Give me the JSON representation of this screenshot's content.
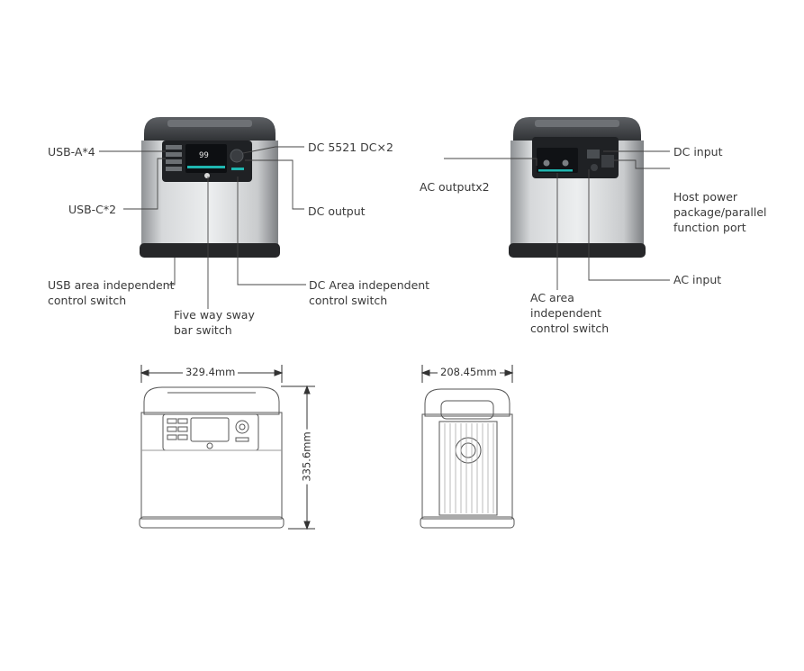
{
  "front_labels": {
    "usb_a": "USB-A*4",
    "usb_c": "USB-C*2",
    "usb_switch": [
      "USB area independent",
      "control switch"
    ],
    "five_way": [
      "Five way sway",
      "bar switch"
    ],
    "dc_area_switch": [
      "DC Area independent",
      "control switch"
    ],
    "dc_5521": "DC 5521 DC×2",
    "dc_output": "DC output",
    "screen_text": "99"
  },
  "rear_labels": {
    "ac_output": "AC outputx2",
    "dc_input": "DC input",
    "host_power": [
      "Host power",
      "package/parallel",
      "function port"
    ],
    "ac_input": "AC input",
    "ac_switch": [
      "AC area",
      "independent",
      "control switch"
    ]
  },
  "dimensions": {
    "width": "329.4mm",
    "height": "335.6mm",
    "depth": "208.45mm"
  },
  "colors": {
    "body_silver": "#c9cbcd",
    "dark": "#2b2d30",
    "screen_accent": "#1fb6b0",
    "line": "#444444"
  }
}
